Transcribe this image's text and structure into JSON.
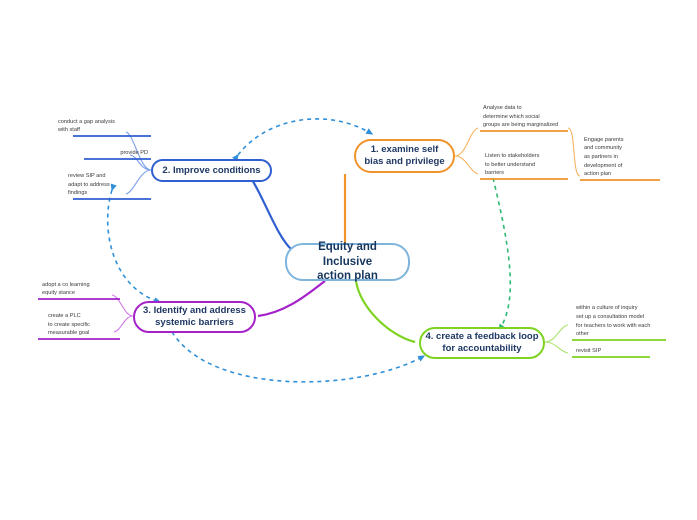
{
  "diagram": {
    "type": "mind-map",
    "title": "Equity and Inclusive action plan"
  },
  "center": {
    "label": "Equity and Inclusive\naction plan",
    "color": "#7fb4dd"
  },
  "branches": [
    {
      "id": "branch-1",
      "label": "1. examine self\nbias and privilege",
      "color": "#f0932b",
      "leaves": [
        {
          "id": "leaf-analyse-data",
          "label": "Analyse data to\ndetermine which social\ngroups are being marginalized"
        },
        {
          "id": "leaf-listen-stakeholders",
          "label": "Listen to stakeholders\nto better understand\nbarriers"
        },
        {
          "id": "leaf-engage-parents",
          "label": "Engage parents\nand community\nas partners in\ndevelopment of\naction plan"
        }
      ]
    },
    {
      "id": "branch-2",
      "label": "2. Improve conditions",
      "color": "#2f5fd0",
      "leaves": [
        {
          "id": "leaf-gap-analysis",
          "label": "conduct a gap analysis\nwith staff"
        },
        {
          "id": "leaf-provide-pd",
          "label": "provide PD"
        },
        {
          "id": "leaf-review-sip",
          "label": "review SIP and\nadapt to address\nfindings"
        }
      ]
    },
    {
      "id": "branch-3",
      "label": "3. Identify and address\nsystemic barriers",
      "color": "#a521c9",
      "leaves": [
        {
          "id": "leaf-co-learning",
          "label": "adopt a co learning\nequity stance"
        },
        {
          "id": "leaf-create-plc",
          "label": "create a PLC\nto create specific\nmeasurable goal"
        }
      ]
    },
    {
      "id": "branch-4",
      "label": "4. create a feedback loop\nfor accountability",
      "color": "#7ed321",
      "leaves": [
        {
          "id": "leaf-culture-inquiry",
          "label": "within a culture of inquiry\nset up a consultation model\nfor teachers to work with each\nother"
        },
        {
          "id": "leaf-revisit-sip",
          "label": "revisit SIP"
        }
      ]
    }
  ],
  "connectors": {
    "dashed_color": "#2f8fd8",
    "dashed_green_color": "#2eb872"
  }
}
